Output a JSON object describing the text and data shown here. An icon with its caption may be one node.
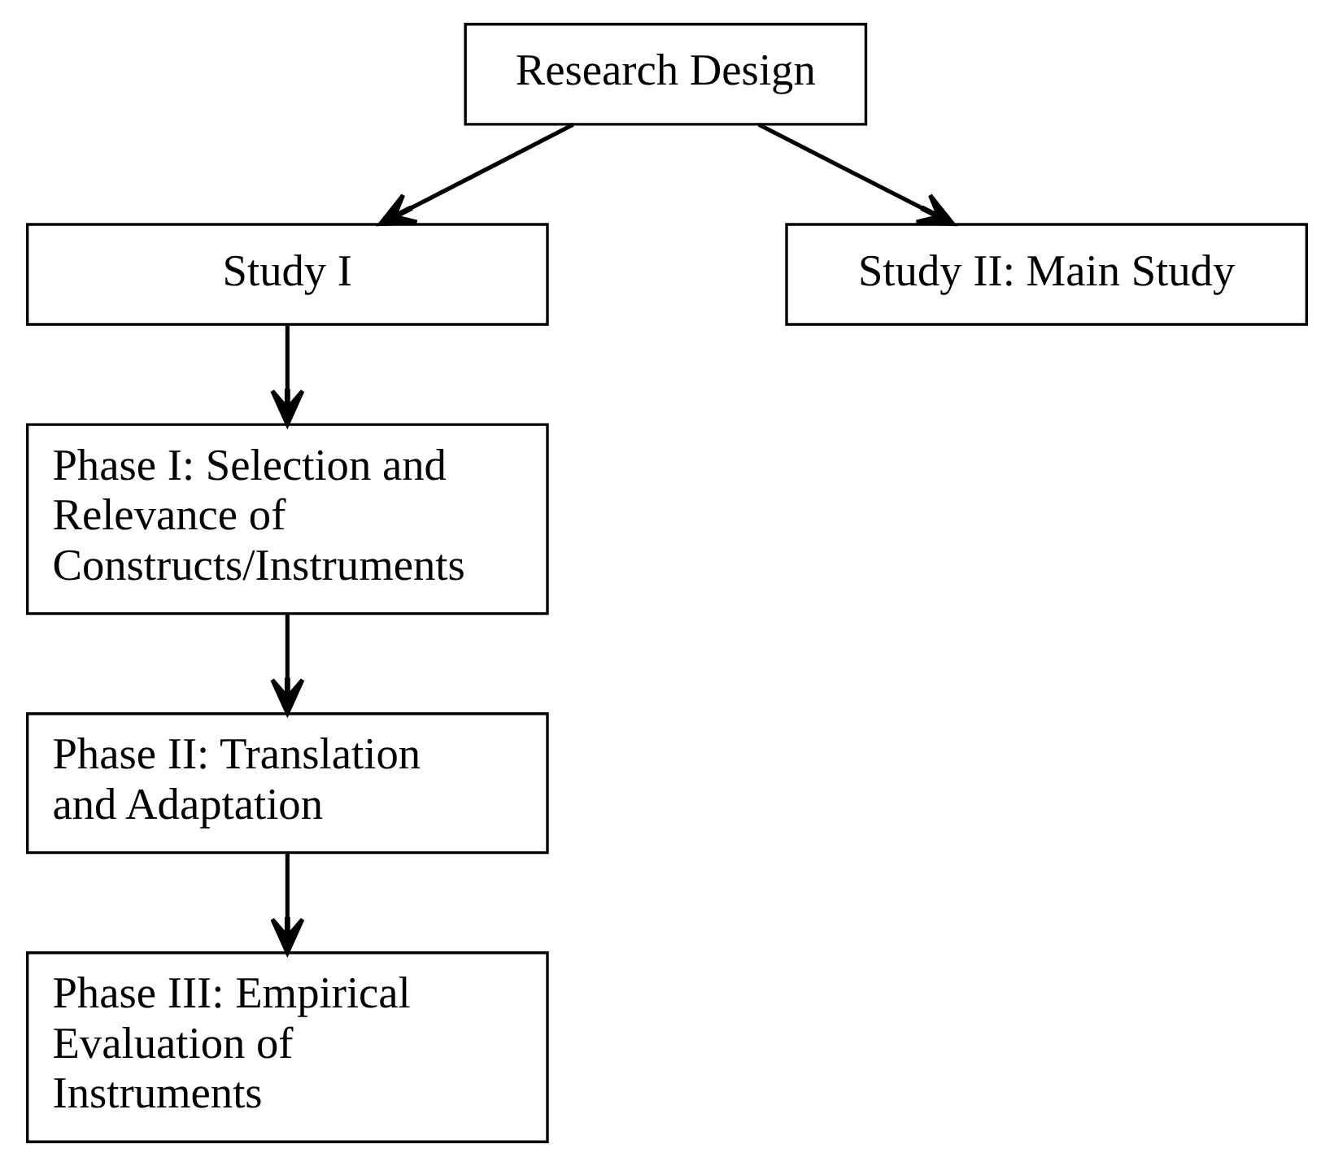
{
  "diagram": {
    "nodes": [
      {
        "text": [
          "Research Design"
        ]
      },
      {
        "text": [
          "Study I"
        ]
      },
      {
        "text": [
          "Study II: Main Study"
        ]
      },
      {
        "text": [
          "Phase I: Selection and Relevance of Constructs/Instruments"
        ]
      },
      {
        "text": [
          "Phase II: Translation and Adaptation"
        ]
      },
      {
        "text": [
          "Phase III: Empirical Evaluation of Instruments"
        ]
      }
    ],
    "edges": [
      {
        "from": 0,
        "to": 1,
        "arrow": "to"
      },
      {
        "from": 0,
        "to": 2,
        "arrow": "to"
      },
      {
        "from": 1,
        "to": 3,
        "arrow": "to"
      },
      {
        "from": 3,
        "to": 4,
        "arrow": "to"
      },
      {
        "from": 4,
        "to": 5,
        "arrow": "to"
      }
    ]
  }
}
